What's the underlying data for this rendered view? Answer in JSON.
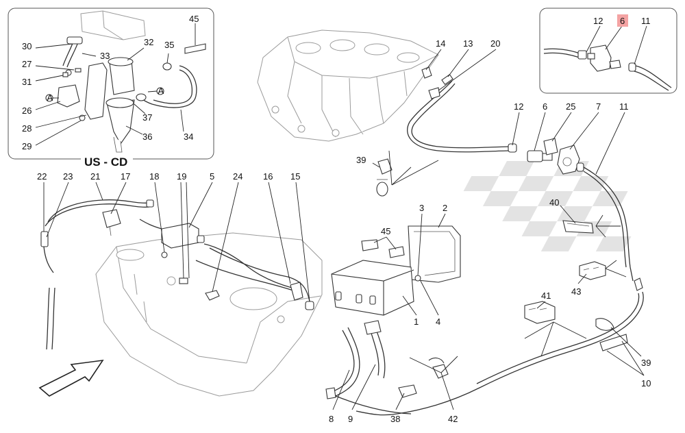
{
  "region_label": "US - CD",
  "callouts": [
    {
      "id": "45-inset",
      "label": "45"
    },
    {
      "id": "30",
      "label": "30"
    },
    {
      "id": "33",
      "label": "33"
    },
    {
      "id": "32",
      "label": "32"
    },
    {
      "id": "35",
      "label": "35"
    },
    {
      "id": "27",
      "label": "27"
    },
    {
      "id": "31",
      "label": "31"
    },
    {
      "id": "26",
      "label": "26"
    },
    {
      "id": "28",
      "label": "28"
    },
    {
      "id": "29",
      "label": "29"
    },
    {
      "id": "37",
      "label": "37"
    },
    {
      "id": "36",
      "label": "36"
    },
    {
      "id": "34",
      "label": "34"
    },
    {
      "id": "14",
      "label": "14"
    },
    {
      "id": "13",
      "label": "13"
    },
    {
      "id": "20",
      "label": "20"
    },
    {
      "id": "12-top",
      "label": "12"
    },
    {
      "id": "6-top",
      "label": "6",
      "highlighted": true
    },
    {
      "id": "11-top",
      "label": "11"
    },
    {
      "id": "12",
      "label": "12"
    },
    {
      "id": "6",
      "label": "6"
    },
    {
      "id": "25",
      "label": "25"
    },
    {
      "id": "7",
      "label": "7"
    },
    {
      "id": "11",
      "label": "11"
    },
    {
      "id": "39-upper",
      "label": "39"
    },
    {
      "id": "22",
      "label": "22"
    },
    {
      "id": "23",
      "label": "23"
    },
    {
      "id": "21",
      "label": "21"
    },
    {
      "id": "17",
      "label": "17"
    },
    {
      "id": "18",
      "label": "18"
    },
    {
      "id": "19",
      "label": "19"
    },
    {
      "id": "5",
      "label": "5"
    },
    {
      "id": "24",
      "label": "24"
    },
    {
      "id": "16",
      "label": "16"
    },
    {
      "id": "15",
      "label": "15"
    },
    {
      "id": "3",
      "label": "3"
    },
    {
      "id": "2",
      "label": "2"
    },
    {
      "id": "45",
      "label": "45"
    },
    {
      "id": "40",
      "label": "40"
    },
    {
      "id": "43",
      "label": "43"
    },
    {
      "id": "41",
      "label": "41"
    },
    {
      "id": "1",
      "label": "1"
    },
    {
      "id": "4",
      "label": "4"
    },
    {
      "id": "39",
      "label": "39"
    },
    {
      "id": "10",
      "label": "10"
    },
    {
      "id": "8",
      "label": "8"
    },
    {
      "id": "9",
      "label": "9"
    },
    {
      "id": "38",
      "label": "38"
    },
    {
      "id": "42",
      "label": "42"
    }
  ],
  "markers": [
    {
      "id": "a1",
      "label": "A"
    },
    {
      "id": "a2",
      "label": "A"
    }
  ]
}
